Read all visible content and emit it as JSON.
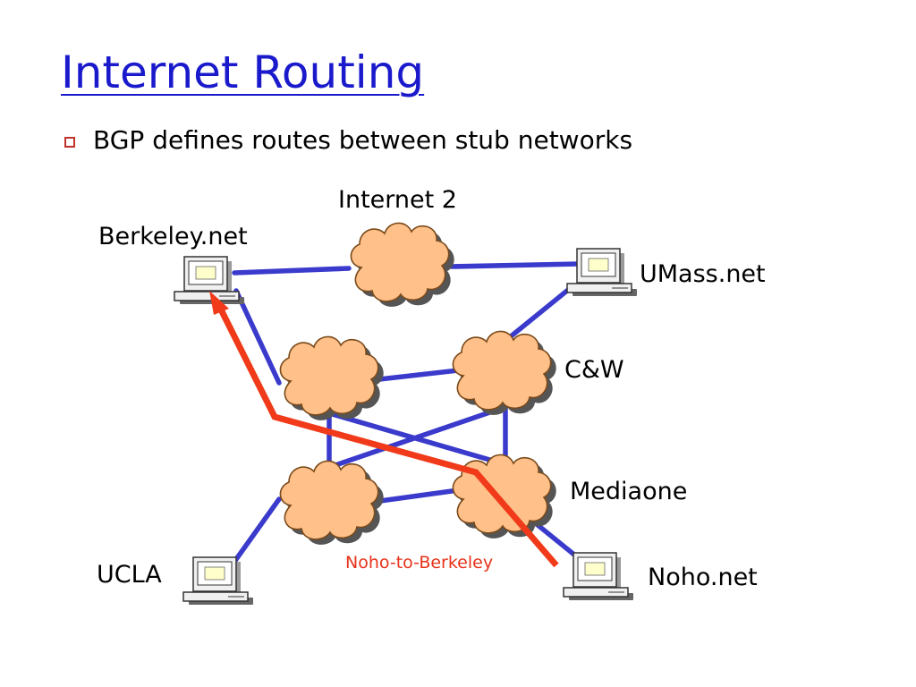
{
  "slide": {
    "title": "Internet Routing",
    "bullet": "BGP defines routes between stub networks"
  },
  "labels": {
    "internet2": "Internet 2",
    "berkeley": "Berkeley.net",
    "umass": "UMass.net",
    "cw": "C&W",
    "mediaone": "Mediaone",
    "ucla": "UCLA",
    "noho": "Noho.net",
    "path": "Noho-to-Berkeley"
  },
  "colors": {
    "title": "#1a1acc",
    "bullet": "#c0322a",
    "link": "#3a3acc",
    "path": "#f03a1a",
    "cloud_fill": "#ffc08a",
    "cloud_stroke": "#7a4a1a"
  },
  "icons": {
    "network_cloud": "cloud-icon",
    "host": "computer-icon"
  }
}
